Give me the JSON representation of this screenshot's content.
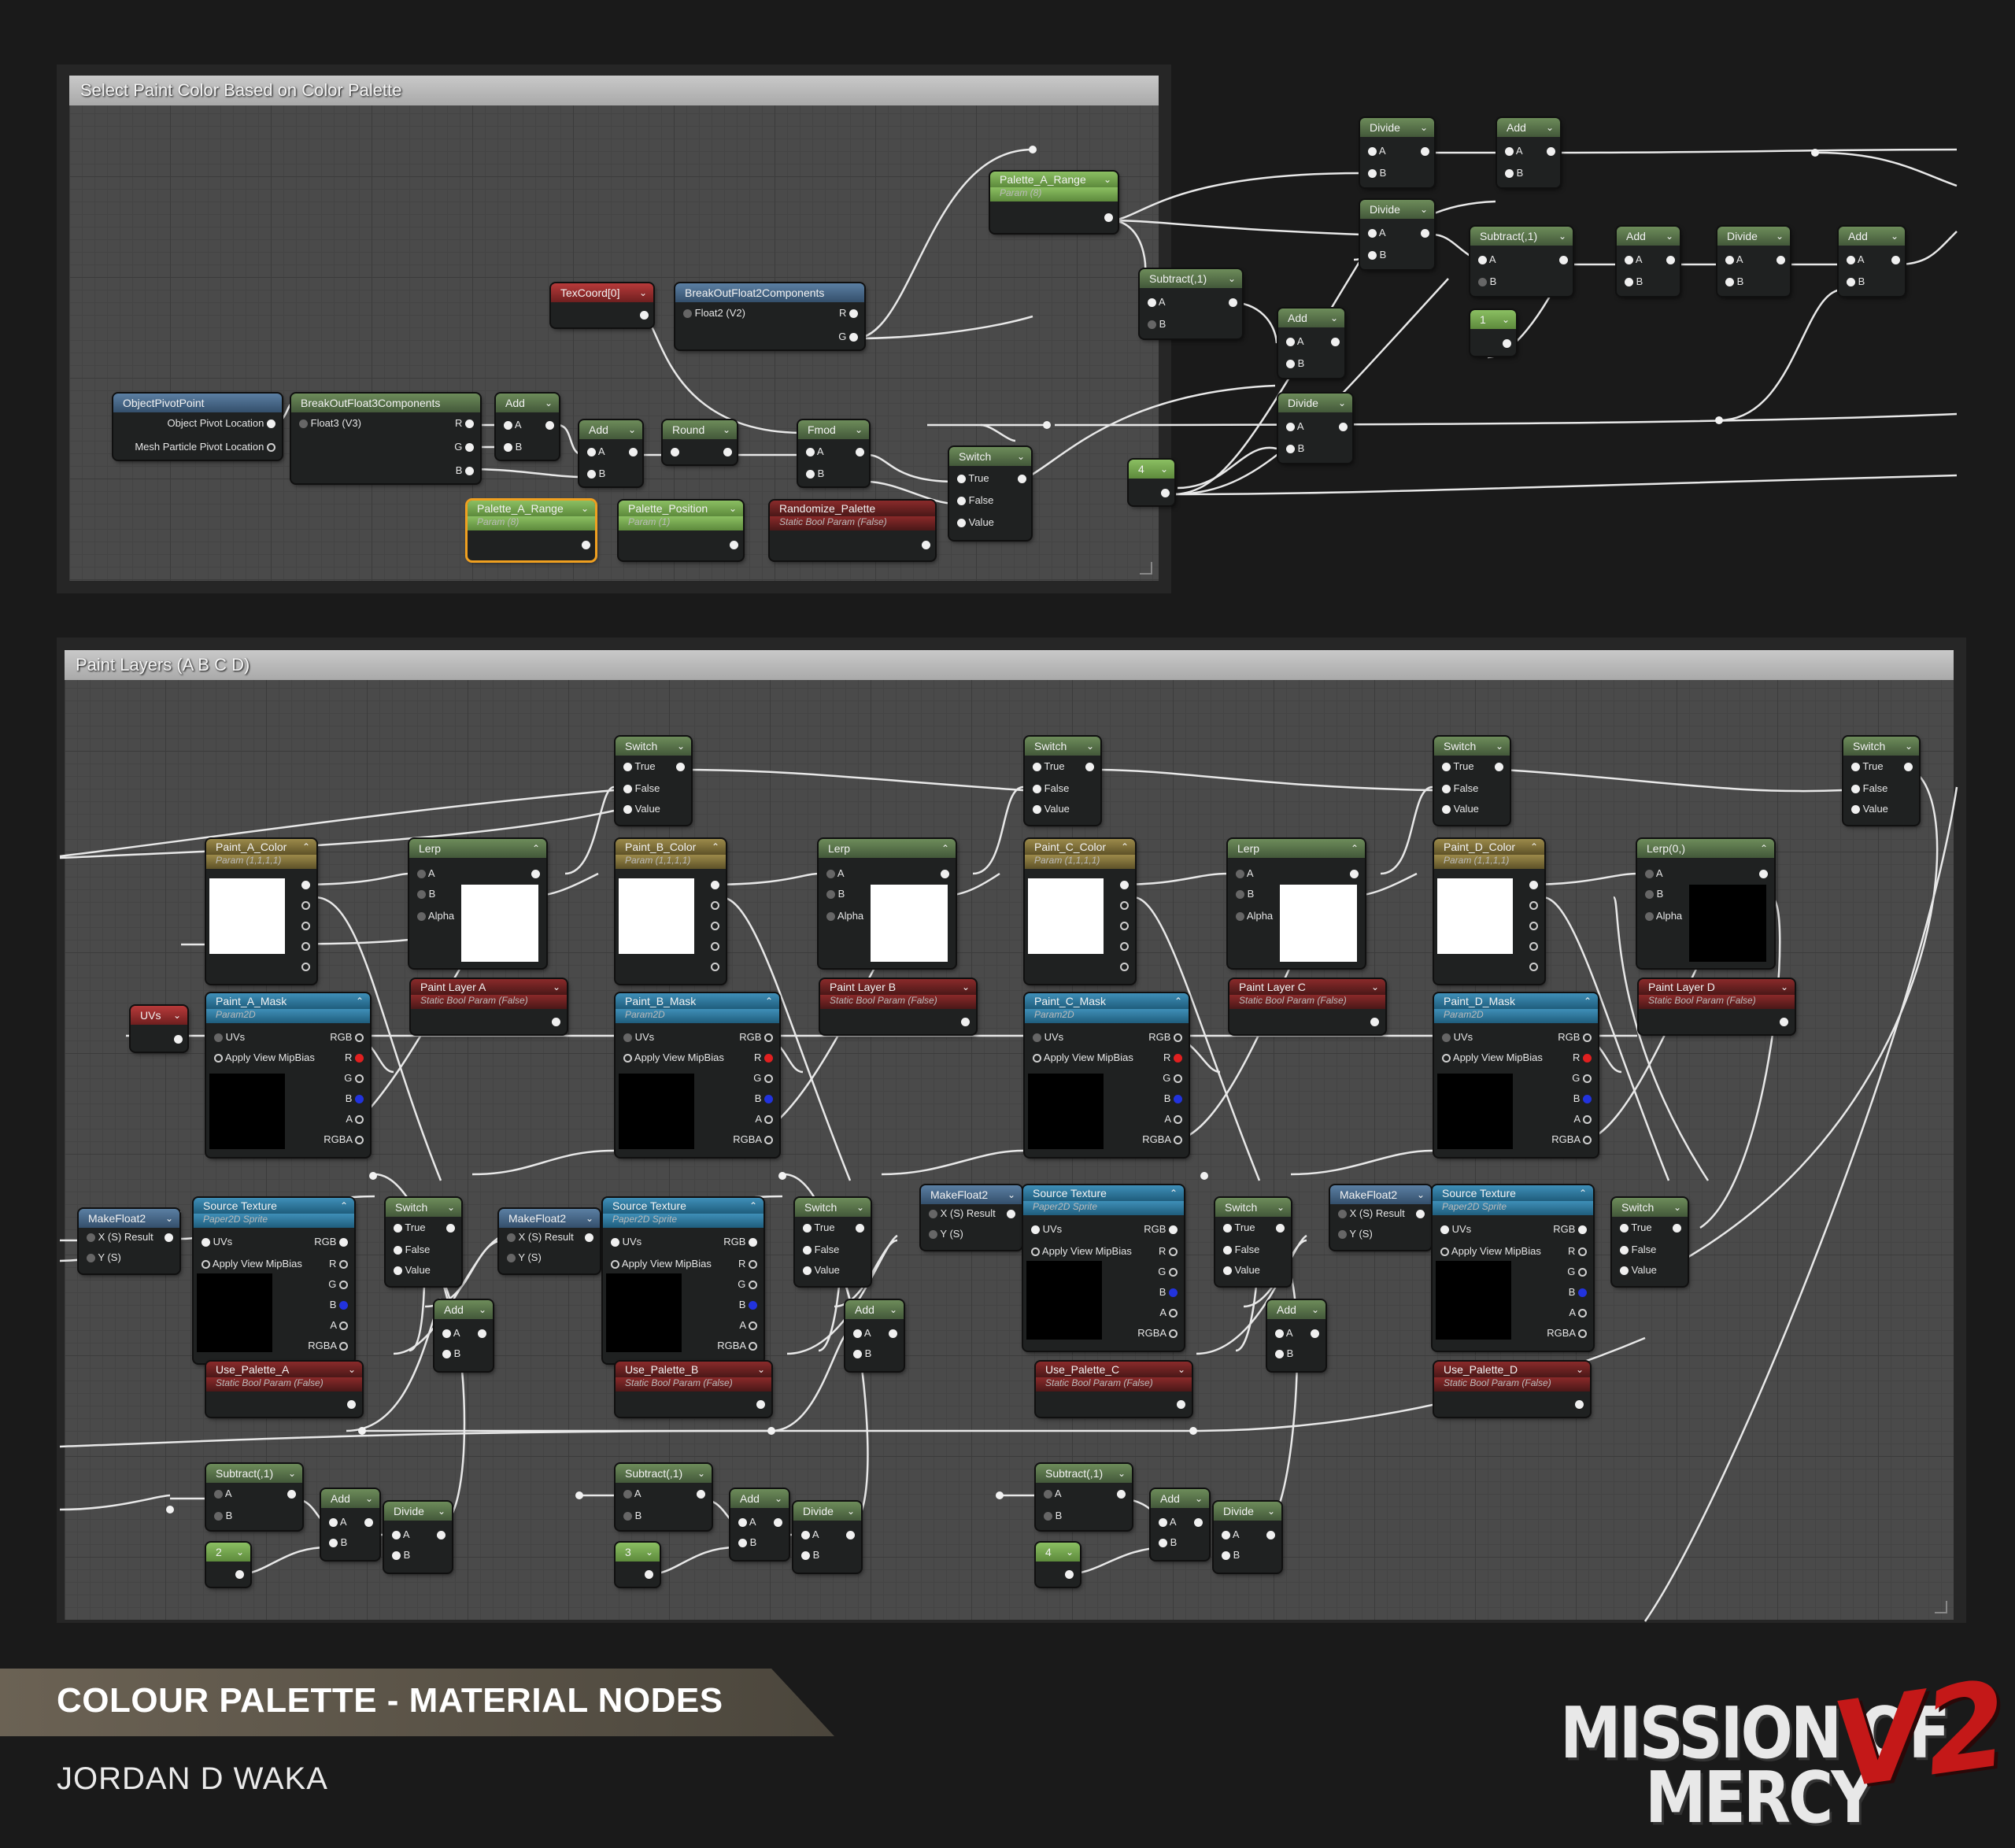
{
  "panel1": {
    "title": "Select Paint Color Based on Color Palette"
  },
  "panel2": {
    "title": "Paint Layers (A B C D)"
  },
  "footer": {
    "title": "COLOUR PALETTE - MATERIAL NODES",
    "author": "JORDAN D WAKA"
  },
  "logo": {
    "line1": "MISSION OF",
    "line2": "MERCY",
    "version": "V2"
  },
  "nodes": {
    "objpivot": {
      "title": "ObjectPivotPoint",
      "p1": "Object Pivot Location",
      "p2": "Mesh Particle Pivot Location"
    },
    "break3": {
      "title": "BreakOutFloat3Components",
      "in": "Float3 (V3)",
      "r": "R",
      "g": "G",
      "b": "B"
    },
    "add1": {
      "title": "Add",
      "a": "A",
      "b": "B"
    },
    "add2": {
      "title": "Add",
      "a": "A",
      "b": "B"
    },
    "round": {
      "title": "Round"
    },
    "fmod": {
      "title": "Fmod",
      "a": "A",
      "b": "B"
    },
    "texcoord": {
      "title": "TexCoord[0]"
    },
    "break2": {
      "title": "BreakOutFloat2Components",
      "in": "Float2 (V2)",
      "r": "R",
      "g": "G"
    },
    "palrange_sel": {
      "title": "Palette_A_Range",
      "sub": "Param (8)"
    },
    "palpos": {
      "title": "Palette_Position",
      "sub": "Param (1)"
    },
    "randpal": {
      "title": "Randomize_Palette",
      "sub": "Static Bool Param (False)"
    },
    "switch0": {
      "title": "Switch",
      "t": "True",
      "f": "False",
      "v": "Value"
    },
    "palrange2": {
      "title": "Palette_A_Range",
      "sub": "Param (8)"
    },
    "sub_top": {
      "title": "Subtract(,1)",
      "a": "A",
      "b": "B"
    },
    "divide1": {
      "title": "Divide",
      "a": "A",
      "b": "B"
    },
    "divide2": {
      "title": "Divide",
      "a": "A",
      "b": "B"
    },
    "add3": {
      "title": "Add",
      "a": "A",
      "b": "B"
    },
    "divide3": {
      "title": "Divide",
      "a": "A",
      "b": "B"
    },
    "four": {
      "title": "4"
    },
    "add4": {
      "title": "Add",
      "a": "A",
      "b": "B"
    },
    "sub2": {
      "title": "Subtract(,1)",
      "a": "A",
      "b": "B"
    },
    "one": {
      "title": "1"
    },
    "add5": {
      "title": "Add",
      "a": "A",
      "b": "B"
    },
    "divide4": {
      "title": "Divide",
      "a": "A",
      "b": "B"
    },
    "add6": {
      "title": "Add",
      "a": "A",
      "b": "B"
    }
  },
  "layers": [
    {
      "color": "Paint_A_Color",
      "mask": "Paint_A_Mask",
      "lerp": "Lerp",
      "layer": "Paint Layer A",
      "usepal": "Use_Palette_A",
      "const": "2"
    },
    {
      "color": "Paint_B_Color",
      "mask": "Paint_B_Mask",
      "lerp": "Lerp",
      "layer": "Paint Layer B",
      "usepal": "Use_Palette_B",
      "const": "3"
    },
    {
      "color": "Paint_C_Color",
      "mask": "Paint_C_Mask",
      "lerp": "Lerp",
      "layer": "Paint Layer C",
      "usepal": "Use_Palette_C",
      "const": "4"
    },
    {
      "color": "Paint_D_Color",
      "mask": "Paint_D_Mask",
      "lerp": "Lerp(0,)",
      "layer": "Paint Layer D",
      "usepal": "Use_Palette_D",
      "const": ""
    }
  ],
  "common": {
    "param4": "Param (1,1,1,1)",
    "param2d": "Param2D",
    "sbp": "Static Bool Param (False)",
    "uvs": "UVs",
    "amb": "Apply View MipBias",
    "rgb": "RGB",
    "r": "R",
    "g": "G",
    "b": "B",
    "a": "A",
    "rgba": "RGBA",
    "alpha": "Alpha",
    "switch": "Switch",
    "true": "True",
    "false": "False",
    "value": "Value",
    "makefloat2": "MakeFloat2",
    "xs": "X (S) Result",
    "ys": "Y (S)",
    "srctex": "Source Texture",
    "sprite": "Paper2D Sprite",
    "add": "Add",
    "divide": "Divide",
    "subtract": "Subtract(,1)",
    "uvnode": "UVs"
  }
}
